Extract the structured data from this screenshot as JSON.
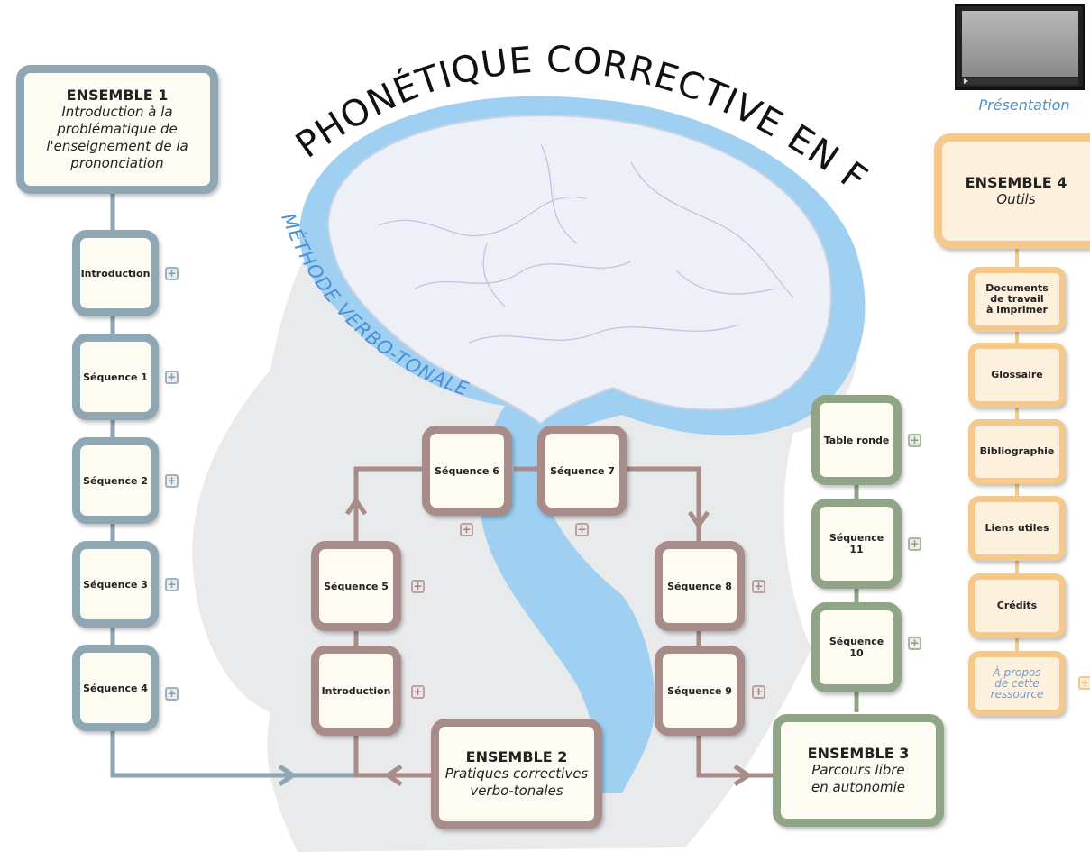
{
  "title": "PHONÉTIQUE CORRECTIVE EN FLE",
  "subtitle": "MÉTHODE VERBO-TONALE",
  "presentation": {
    "label": "Présentation"
  },
  "ensemble1": {
    "title": "ENSEMBLE 1",
    "subtitle_lines": [
      "Introduction à la",
      "problématique de",
      "l'enseignement de la",
      "prononciation"
    ],
    "items": [
      "Introduction",
      "Séquence 1",
      "Séquence 2",
      "Séquence 3",
      "Séquence 4"
    ]
  },
  "ensemble2": {
    "title": "ENSEMBLE 2",
    "subtitle_lines": [
      "Pratiques correctives",
      "verbo-tonales"
    ],
    "items": [
      "Introduction",
      "Séquence 5",
      "Séquence 6",
      "Séquence 7",
      "Séquence 8",
      "Séquence 9"
    ]
  },
  "ensemble3": {
    "title": "ENSEMBLE 3",
    "subtitle_lines": [
      "Parcours libre",
      "en autonomie"
    ],
    "items": [
      "Séquence 10",
      "Séquence 11",
      "Table ronde"
    ],
    "seq10_lines": [
      "Séquence",
      "10"
    ],
    "seq11_lines": [
      "Séquence",
      "11"
    ]
  },
  "ensemble4": {
    "title": "ENSEMBLE 4",
    "subtitle": "Outils",
    "docs_lines": [
      "Documents",
      "de travail",
      "à imprimer"
    ],
    "items": [
      "Glossaire",
      "Bibliographie",
      "Liens utiles",
      "Crédits"
    ],
    "apropos_lines": [
      "À propos",
      "de cette",
      "ressource"
    ]
  },
  "colors": {
    "grey": "#8fa7b3",
    "brown": "#a88c89",
    "green": "#8fa585",
    "orange": "#f5c98b",
    "brain": "#eef0f7",
    "head": "#e9eaec",
    "accent": "#4a8fd6"
  }
}
